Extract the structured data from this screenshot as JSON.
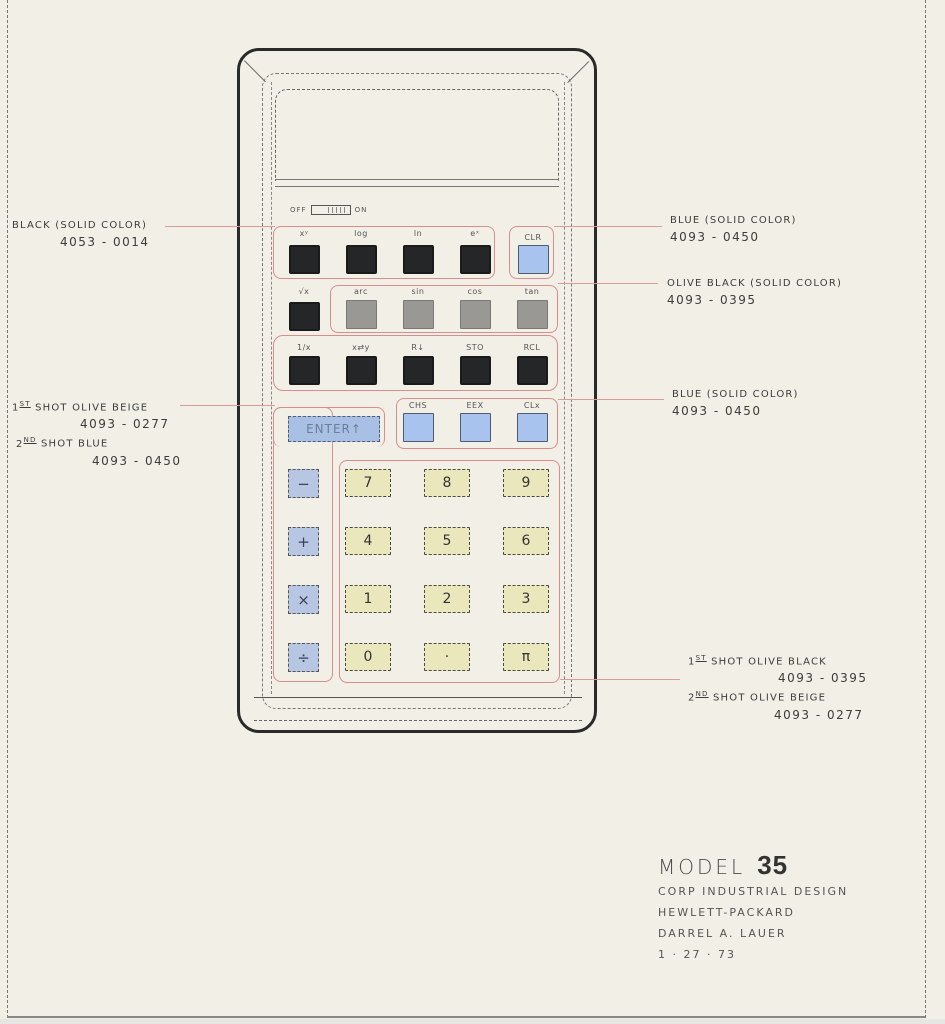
{
  "drawing": {
    "title": "MODEL",
    "model_number": "35",
    "credits": [
      "CORP INDUSTRIAL DESIGN",
      "HEWLETT-PACKARD",
      "DARREL A. LAUER"
    ],
    "date": "1 · 27 · 73"
  },
  "colors": {
    "paper": "#f1efe6",
    "key_black": "#242628",
    "key_olive_black": "#9a9894",
    "key_blue": "#a8c3ee",
    "key_olive_beige": "#ebe7bd",
    "group_outline": "#d98d8d"
  },
  "calculator": {
    "switch": {
      "off_label": "OFF",
      "on_label": "ON"
    },
    "row1_black": [
      {
        "label": "xʸ"
      },
      {
        "label": "log"
      },
      {
        "label": "ln"
      },
      {
        "label": "eˣ"
      }
    ],
    "clr": {
      "label": "CLR"
    },
    "sqrt": {
      "label": "√x"
    },
    "row2_olive": [
      {
        "label": "arc"
      },
      {
        "label": "sin"
      },
      {
        "label": "cos"
      },
      {
        "label": "tan"
      }
    ],
    "row3_black": [
      {
        "label": "1/x"
      },
      {
        "label": "x⇄y"
      },
      {
        "label": "R↓"
      },
      {
        "label": "STO"
      },
      {
        "label": "RCL"
      }
    ],
    "enter": {
      "label": "ENTER↑"
    },
    "row4_blue": [
      {
        "label": "CHS"
      },
      {
        "label": "EEX"
      },
      {
        "label": "CLx"
      }
    ],
    "operators": [
      {
        "label": "−"
      },
      {
        "label": "+"
      },
      {
        "label": "×"
      },
      {
        "label": "÷"
      }
    ],
    "digits": [
      [
        "7",
        "8",
        "9"
      ],
      [
        "4",
        "5",
        "6"
      ],
      [
        "1",
        "2",
        "3"
      ],
      [
        "0",
        "·",
        "π"
      ]
    ]
  },
  "annotations": {
    "black_keys": {
      "text": "BLACK (SOLID COLOR)",
      "code": "4053 - 0014"
    },
    "clr_key": {
      "text": "BLUE (SOLID COLOR)",
      "code": "4093 - 0450"
    },
    "trig_keys": {
      "text": "OLIVE BLACK (SOLID COLOR)",
      "code": "4093 - 0395"
    },
    "enter_ops": {
      "first_ord": "1",
      "first_sup": "ST",
      "first_text": "SHOT OLIVE BEIGE",
      "first_code": "4093 - 0277",
      "second_ord": "2",
      "second_sup": "ND",
      "second_text": "SHOT BLUE",
      "second_code": "4093 - 0450"
    },
    "chs_keys": {
      "text": "BLUE (SOLID COLOR)",
      "code": "4093 - 0450"
    },
    "digit_keys": {
      "first_ord": "1",
      "first_sup": "ST",
      "first_text": "SHOT OLIVE BLACK",
      "first_code": "4093 - 0395",
      "second_ord": "2",
      "second_sup": "ND",
      "second_text": "SHOT OLIVE BEIGE",
      "second_code": "4093 - 0277"
    }
  }
}
